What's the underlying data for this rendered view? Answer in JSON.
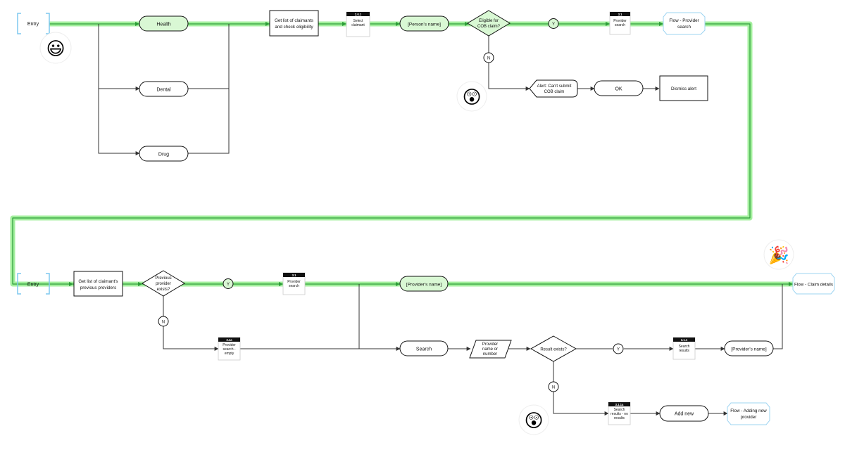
{
  "colors": {
    "highlight": "#a3ef9d",
    "highlight_fill": "#d9f8d4",
    "entry_bracket": "#7fc8ef",
    "flow_border": "#9ed4f2",
    "line": "#333333",
    "badge": "#111111"
  },
  "row1": {
    "entry": "Entry",
    "health": "Health",
    "dental": "Dental",
    "drug": "Drug",
    "get_claimants": [
      "Get list of claimants",
      "and check eligibility"
    ],
    "select_claimant": {
      "badge": "2.0.1",
      "lines": [
        "Select",
        "claimant"
      ]
    },
    "persons_name": "[Person's name]",
    "eligible": [
      "Eligible for",
      "COB claim?"
    ],
    "yes": "Y",
    "no": "N",
    "provider_search": {
      "badge": "3.1",
      "lines": [
        "Provider",
        "search"
      ]
    },
    "flow_provider_search": [
      "Flow - Provider",
      "search"
    ],
    "alert": [
      "Alert: Can't submit",
      "COB claim"
    ],
    "ok": "OK",
    "dismiss_alert": "Dismiss alert"
  },
  "row2": {
    "entry": "Entry",
    "get_previous": [
      "Get list of claimant's",
      "previous providers"
    ],
    "previous_exists": [
      "Previous",
      "provider",
      "exists?"
    ],
    "yes": "Y",
    "no": "N",
    "provider_search": {
      "badge": "3.1",
      "lines": [
        "Provider",
        "search"
      ]
    },
    "providers_name_top": "[Provider's name]",
    "flow_claim_details": "Flow - Claim details",
    "provider_search_empty": {
      "badge": "3.1a",
      "lines": [
        "Provider",
        "search -",
        "empty"
      ]
    },
    "search": "Search",
    "provider_name_or_number": [
      "Provider",
      "name or",
      "number"
    ],
    "result_exists": "Result exists?",
    "yes2": "Y",
    "no2": "N",
    "search_results": {
      "badge": "3.1.1",
      "lines": [
        "Search",
        "results"
      ]
    },
    "providers_name_bottom": "[Provider's name]",
    "search_results_none": {
      "badge": "3.1.1a",
      "lines": [
        "Search",
        "results - no",
        "results"
      ]
    },
    "add_new": "Add new",
    "flow_adding_provider": [
      "Flow - Adding new",
      "provider"
    ]
  },
  "emojis": {
    "smile": "😃",
    "shocked_top": "😲",
    "shocked_bottom": "😲",
    "party": "🎉"
  }
}
